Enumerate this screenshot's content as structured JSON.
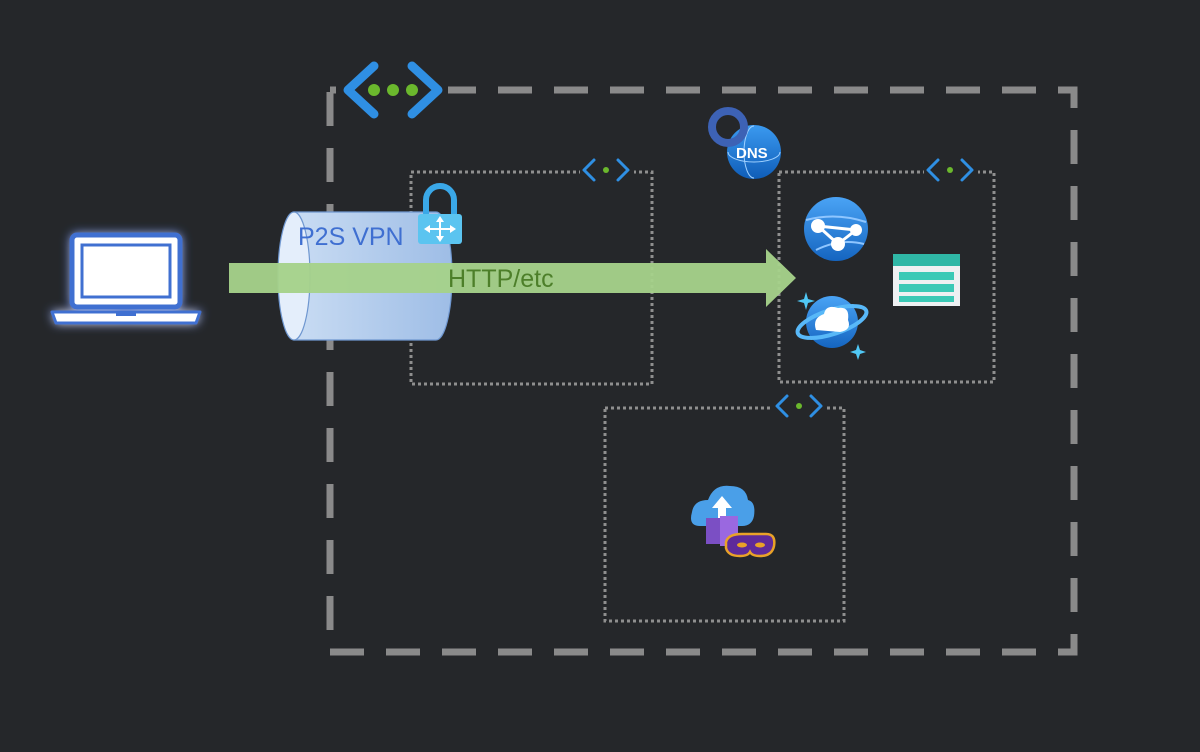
{
  "diagram": {
    "tunnel": {
      "label": "P2S VPN"
    },
    "arrow": {
      "label": "HTTP/etc"
    },
    "dns": {
      "label": "DNS"
    }
  },
  "colors": {
    "background": "#25272a",
    "vnet_border": "#8a8a8a",
    "subnet_border": "#8f8f8f",
    "arrow_fill": "#a6d18a",
    "tunnel_fill": "#a9c4e8",
    "vnet_icon": "#2f8fe3",
    "vnet_dots": "#6bb82d",
    "laptop_stroke": "#3f6fd1",
    "storage_teal": "#3bc9b6"
  },
  "icons": {
    "vnet": "virtual-network-icon",
    "subnet": "subnet-icon",
    "laptop": "laptop-icon",
    "lock": "vpn-gateway-lock-icon",
    "dns": "private-dns-zone-icon",
    "web_app": "app-service-icon",
    "cosmos": "cosmos-db-icon",
    "storage": "storage-account-icon",
    "container_apps": "container-apps-icon"
  }
}
